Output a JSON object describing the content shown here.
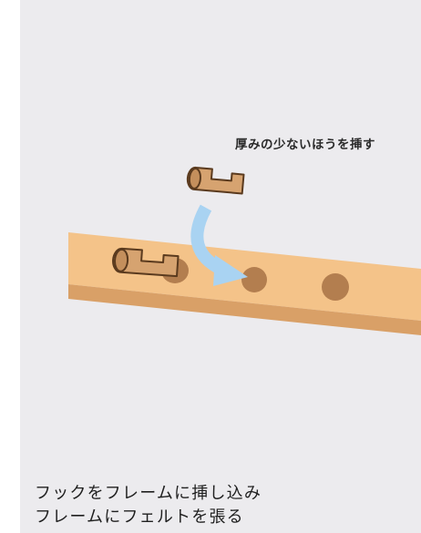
{
  "annotation": "厚みの少ないほうを挿す",
  "caption": {
    "line1": "フックをフレームに挿し込み",
    "line2": "フレームにフェルトを張る"
  },
  "colors": {
    "background": "#ecebee",
    "frame_top": "#f4c389",
    "frame_side": "#d9a067",
    "hole": "#b37e4f",
    "hook_fill": "#d6a370",
    "hook_outline": "#5a3a1e",
    "arrow": "#a9d3f2"
  },
  "icons": {
    "arrow": "curved-arrow-icon",
    "hook": "hook-peg-icon"
  }
}
